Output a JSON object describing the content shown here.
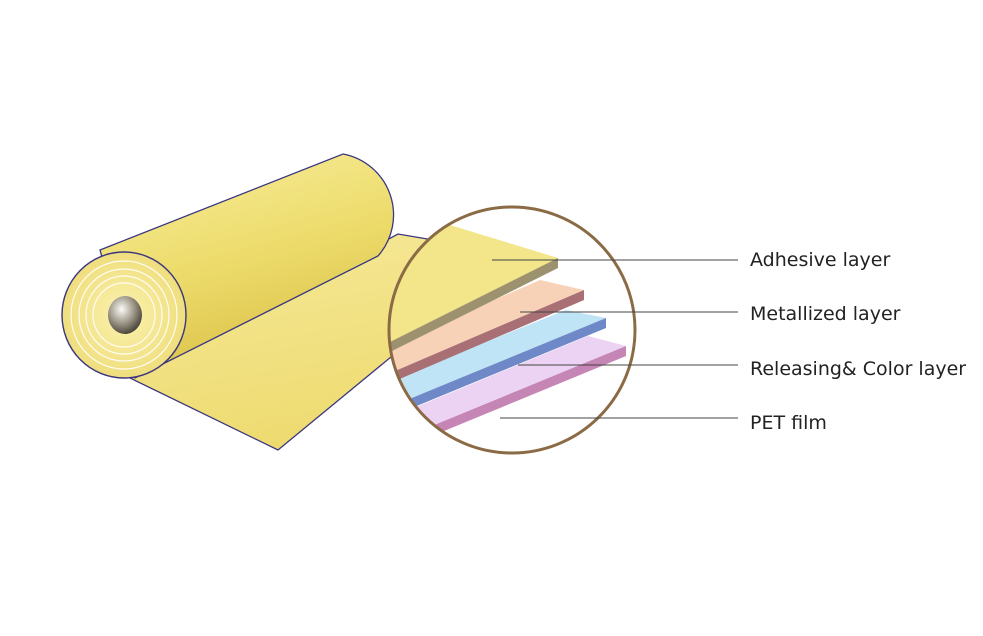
{
  "labels": {
    "adhesive": "Adhesive layer",
    "metallized": "Metallized layer",
    "releasing": "Releasing& Color layer",
    "pet": "PET film"
  },
  "colors": {
    "adhesive": "#f2e58a",
    "metallized": "#f7d2b6",
    "releasing": "#bfe4f5",
    "pet": "#ecd3f4",
    "roll_body": "#f4e690",
    "roll_outline": "#3a3680",
    "lens_border": "#8b6b45",
    "leader_line": "#444444"
  }
}
